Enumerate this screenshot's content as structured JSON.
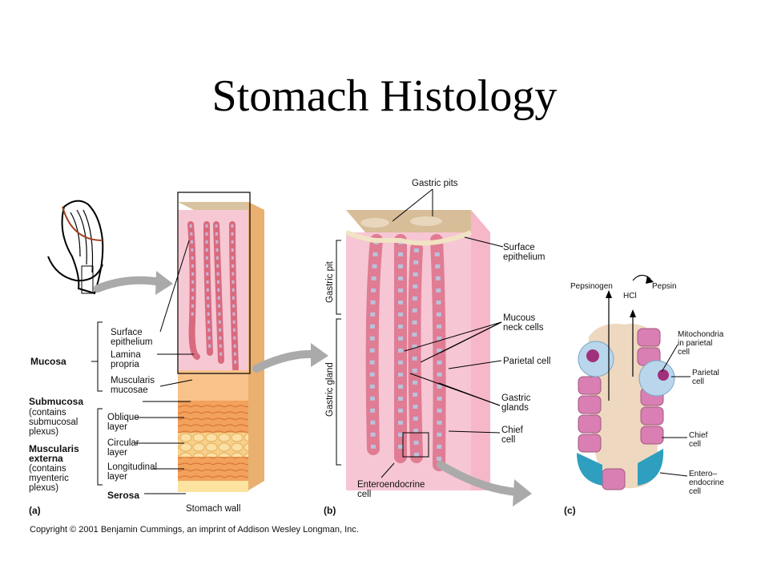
{
  "title": "Stomach Histology",
  "copyright": "Copyright © 2001 Benjamin Cummings, an imprint of Addison Wesley Longman, Inc.",
  "panel_a": {
    "tag": "(a)",
    "caption": "Stomach wall",
    "surface_epithelium": [
      "Surface",
      "epithelium"
    ],
    "lamina_propria": [
      "Lamina",
      "propria"
    ],
    "muscularis_mucosae": [
      "Muscularis",
      "mucosae"
    ],
    "mucosa": "Mucosa",
    "submucosa": "Submucosa",
    "submucosa_note": [
      "(contains",
      "submucosal",
      "plexus)"
    ],
    "oblique_layer": [
      "Oblique",
      "layer"
    ],
    "circular_layer": [
      "Circular",
      "layer"
    ],
    "longitudinal_layer": [
      "Longitudinal",
      "layer"
    ],
    "muscularis_externa": [
      "Muscularis",
      "externa"
    ],
    "muscularis_note": [
      "(contains",
      "myenteric",
      "plexus)"
    ],
    "serosa": "Serosa"
  },
  "panel_b": {
    "tag": "(b)",
    "gastric_pits": "Gastric pits",
    "gastric_pit": "Gastric pit",
    "gastric_gland": "Gastric gland",
    "surface_epithelium": [
      "Surface",
      "epithelium"
    ],
    "mucous_neck_cells": [
      "Mucous",
      "neck cells"
    ],
    "parietal_cell": "Parietal cell",
    "gastric_glands": [
      "Gastric",
      "glands"
    ],
    "chief_cell": [
      "Chief",
      "cell"
    ],
    "enteroendocrine_cell": [
      "Enteroendocrine",
      "cell"
    ]
  },
  "panel_c": {
    "tag": "(c)",
    "pepsinogen": "Pepsinogen",
    "pepsin": "Pepsin",
    "hcl": "HCl",
    "mitochondria": [
      "Mitochondria",
      "in parietal",
      "cell"
    ],
    "parietal_cell": [
      "Parietal",
      "cell"
    ],
    "chief_cell": [
      "Chief",
      "cell"
    ],
    "enteroendocrine_cell": [
      "Entero–",
      "endocrine",
      "cell"
    ]
  }
}
